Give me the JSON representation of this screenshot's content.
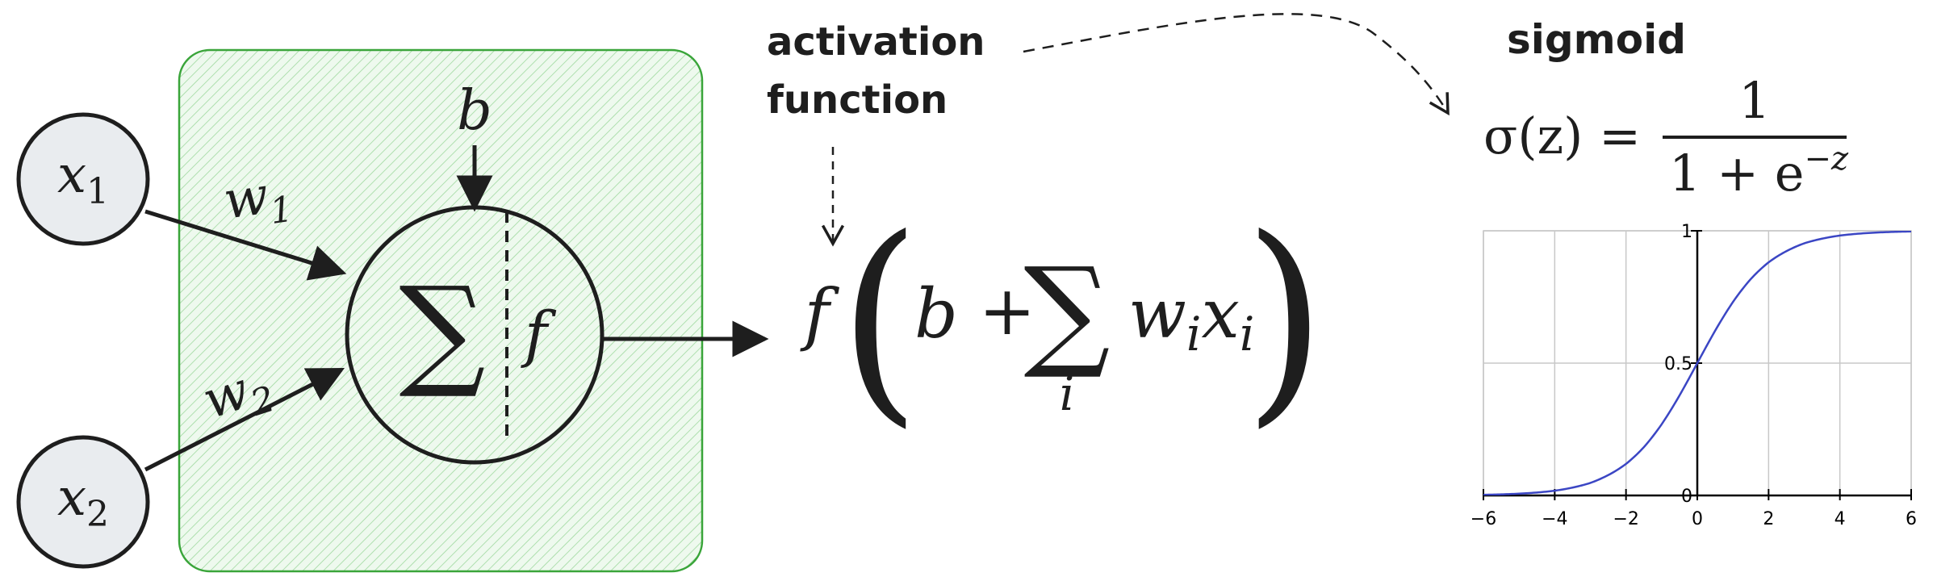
{
  "inputs": [
    {
      "label": "x",
      "subscript": "1"
    },
    {
      "label": "x",
      "subscript": "2"
    }
  ],
  "weights": [
    {
      "label": "w",
      "subscript": "1"
    },
    {
      "label": "w",
      "subscript": "2"
    }
  ],
  "bias": {
    "label": "b"
  },
  "neuron": {
    "sum_symbol": "∑",
    "activation_symbol": "f"
  },
  "annotation": {
    "line1": "activation",
    "line2": "function"
  },
  "formula": {
    "f": "f",
    "open_paren": "(",
    "b": "b",
    "plus": "+",
    "sum": "∑",
    "sum_index": "i",
    "w": "w",
    "w_sub": "i",
    "x": "x",
    "x_sub": "i",
    "close_paren": ")"
  },
  "sigmoid": {
    "title": "sigmoid",
    "lhs": "σ(z) =",
    "numerator": "1",
    "denominator_base": "1 + e",
    "denominator_exp": "−z"
  },
  "colors": {
    "box_fill": "#e6f6e6",
    "box_stroke": "#3aa53a",
    "hatch": "#9fd99f",
    "node_fill": "#e9ecef",
    "stroke": "#1e1e1e",
    "curve": "#3b46c4",
    "grid": "#c8c8c8"
  },
  "chart_data": {
    "type": "line",
    "title": "",
    "xlabel": "",
    "ylabel": "",
    "xlim": [
      -6,
      6
    ],
    "ylim": [
      0,
      1
    ],
    "x_ticks": [
      -6,
      -4,
      -2,
      0,
      2,
      4,
      6
    ],
    "x_tick_labels": [
      "−6",
      "−4",
      "−2",
      "0",
      "2",
      "4",
      "6"
    ],
    "y_ticks": [
      0,
      0.5,
      1
    ],
    "y_tick_labels": [
      "0",
      "0.5",
      "1"
    ],
    "grid": true,
    "series": [
      {
        "x": [
          -6,
          -5,
          -4,
          -3,
          -2,
          -1.5,
          -1,
          -0.5,
          0,
          0.5,
          1,
          1.5,
          2,
          3,
          4,
          5,
          6
        ],
        "y": [
          0.0025,
          0.0067,
          0.018,
          0.047,
          0.119,
          0.182,
          0.269,
          0.378,
          0.5,
          0.622,
          0.731,
          0.818,
          0.881,
          0.953,
          0.982,
          0.9933,
          0.9975
        ]
      }
    ]
  }
}
